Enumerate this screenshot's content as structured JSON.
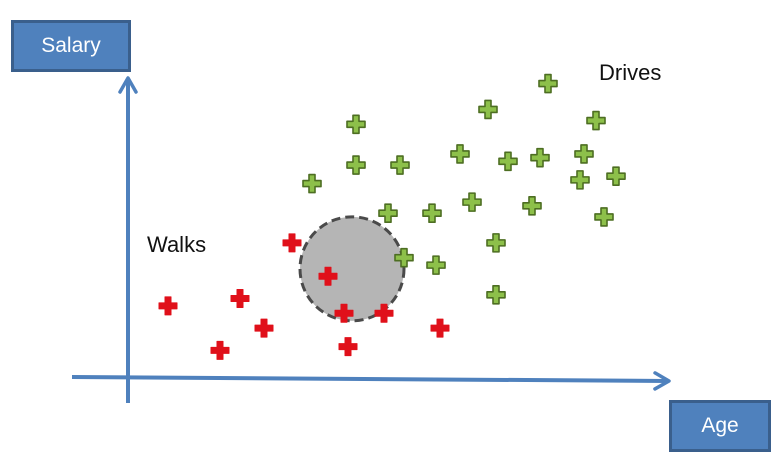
{
  "labels": {
    "y_axis": "Salary",
    "x_axis": "Age",
    "class_red": "Walks",
    "class_green": "Drives"
  },
  "colors": {
    "axis": "#4f81bd",
    "axis_box_border": "#3a5f8c",
    "red_point": "#e0101a",
    "green_point": "#8dc04a",
    "green_point_border": "#4d6e22",
    "neighborhood_fill": "#b5b5b5",
    "neighborhood_stroke": "#4a4a4a"
  },
  "icons": {
    "point_marker": "plus-icon"
  },
  "chart_data": {
    "type": "scatter",
    "series": [
      {
        "name": "Walks",
        "points": [
          [
            1.0,
            2.0
          ],
          [
            2.8,
            2.2
          ],
          [
            2.3,
            0.8
          ],
          [
            3.4,
            1.4
          ],
          [
            4.1,
            3.7
          ],
          [
            5.0,
            2.8
          ],
          [
            5.4,
            1.8
          ],
          [
            5.5,
            0.9
          ],
          [
            6.4,
            1.8
          ],
          [
            7.8,
            1.4
          ]
        ]
      },
      {
        "name": "Drives",
        "points": [
          [
            4.6,
            5.3
          ],
          [
            5.7,
            6.9
          ],
          [
            5.7,
            5.8
          ],
          [
            6.8,
            5.8
          ],
          [
            6.5,
            4.5
          ],
          [
            6.9,
            3.3
          ],
          [
            7.6,
            4.5
          ],
          [
            7.7,
            3.1
          ],
          [
            8.3,
            6.1
          ],
          [
            8.6,
            4.8
          ],
          [
            9.0,
            7.3
          ],
          [
            9.2,
            3.7
          ],
          [
            9.2,
            2.3
          ],
          [
            9.5,
            5.9
          ],
          [
            10.1,
            4.7
          ],
          [
            10.3,
            6.0
          ],
          [
            10.5,
            8.0
          ],
          [
            11.3,
            5.4
          ],
          [
            11.4,
            6.1
          ],
          [
            11.7,
            7.0
          ],
          [
            11.9,
            4.4
          ],
          [
            12.2,
            5.5
          ]
        ]
      }
    ],
    "highlight_circle": {
      "center": [
        5.6,
        3.0
      ],
      "radius": 1.3
    },
    "xlabel": "Age",
    "ylabel": "Salary",
    "xlim": [
      0,
      13
    ],
    "ylim": [
      0,
      8.5
    ],
    "grid": false,
    "ticks": false
  }
}
